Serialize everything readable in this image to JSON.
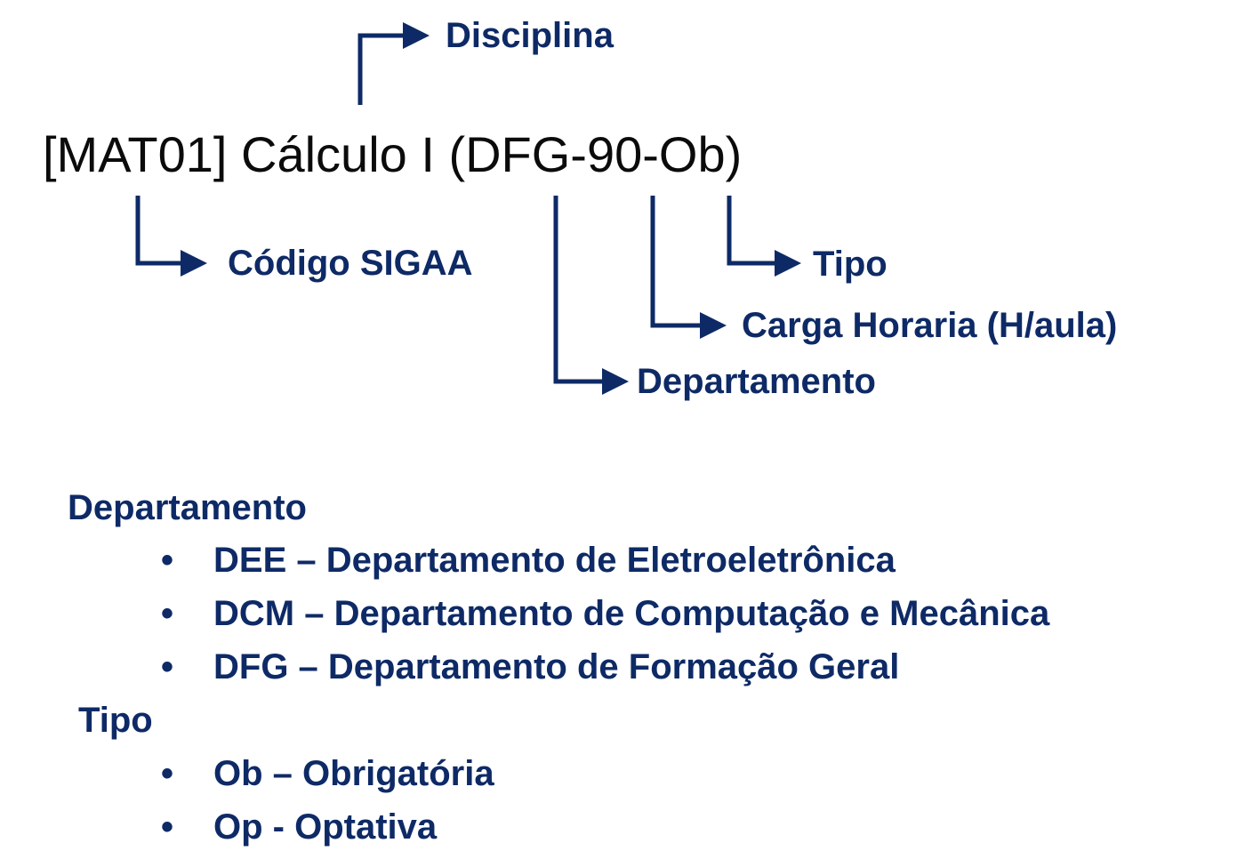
{
  "code_line": "[MAT01] Cálculo I (DFG-90-Ob)",
  "labels": {
    "disciplina": "Disciplina",
    "codigo_sigaa": "Código SIGAA",
    "tipo": "Tipo",
    "carga_horaria": "Carga Horaria (H/aula)",
    "departamento": "Departamento"
  },
  "departamento_section": {
    "title": "Departamento",
    "items": [
      "DEE – Departamento de Eletroeletrônica",
      "DCM – Departamento de Computação e Mecânica",
      "DFG – Departamento de Formação Geral"
    ]
  },
  "tipo_section": {
    "title": "Tipo",
    "items": [
      "Ob – Obrigatória",
      "Op - Optativa"
    ]
  },
  "bullet_glyph": "•",
  "colors": {
    "accent": "#0e2a66",
    "code_text": "#0b0b0b",
    "background": "#ffffff"
  }
}
